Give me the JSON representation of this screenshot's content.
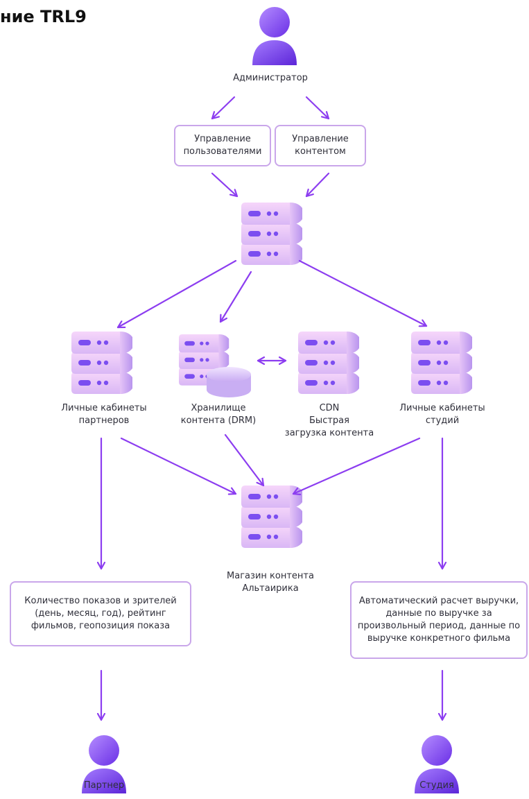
{
  "title": "ние TRL9",
  "colors": {
    "arrow": "#8c3df0",
    "box_border": "#c9a6ea",
    "person": "#7a3ef0",
    "server_light": "#f0c9f7",
    "server_dark": "#cba8f0",
    "server_accent": "#7b4ef0"
  },
  "nodes": {
    "admin": {
      "label": "Администратор",
      "icon": "person-icon"
    },
    "user_mgmt": {
      "line1": "Управление",
      "line2": "пользователями"
    },
    "content_mgmt": {
      "line1": "Управление",
      "line2": "контентом"
    },
    "central_server": {
      "icon": "server-icon"
    },
    "partner_cabinets": {
      "line1": "Личные кабинеты",
      "line2": "партнеров",
      "icon": "server-icon"
    },
    "storage": {
      "line1": "Хранилище",
      "line2": "контента (DRM)",
      "icon": "database-server-icon"
    },
    "cdn": {
      "line1": "CDN",
      "line2": "Быстрая",
      "line3": "загрузка контента",
      "icon": "server-icon"
    },
    "studio_cabinets": {
      "line1": "Личные кабинеты",
      "line2": "студий",
      "icon": "server-icon"
    },
    "store": {
      "line1": "Магазин контента",
      "line2": "Альтаирика",
      "icon": "server-icon"
    },
    "partner_stats": {
      "line1": "Количество показов и зрителей",
      "line2": "(день, месяц, год), рейтинг",
      "line3": "фильмов, геопозиция показа"
    },
    "studio_stats": {
      "line1": "Автоматический расчет выручки,",
      "line2": "данные по выручке за",
      "line3": "произвольный период, данные по",
      "line4": "выручке конкретного фильма"
    },
    "partner": {
      "label": "Партнер",
      "icon": "person-icon"
    },
    "studio": {
      "label": "Студия",
      "icon": "person-icon"
    }
  }
}
